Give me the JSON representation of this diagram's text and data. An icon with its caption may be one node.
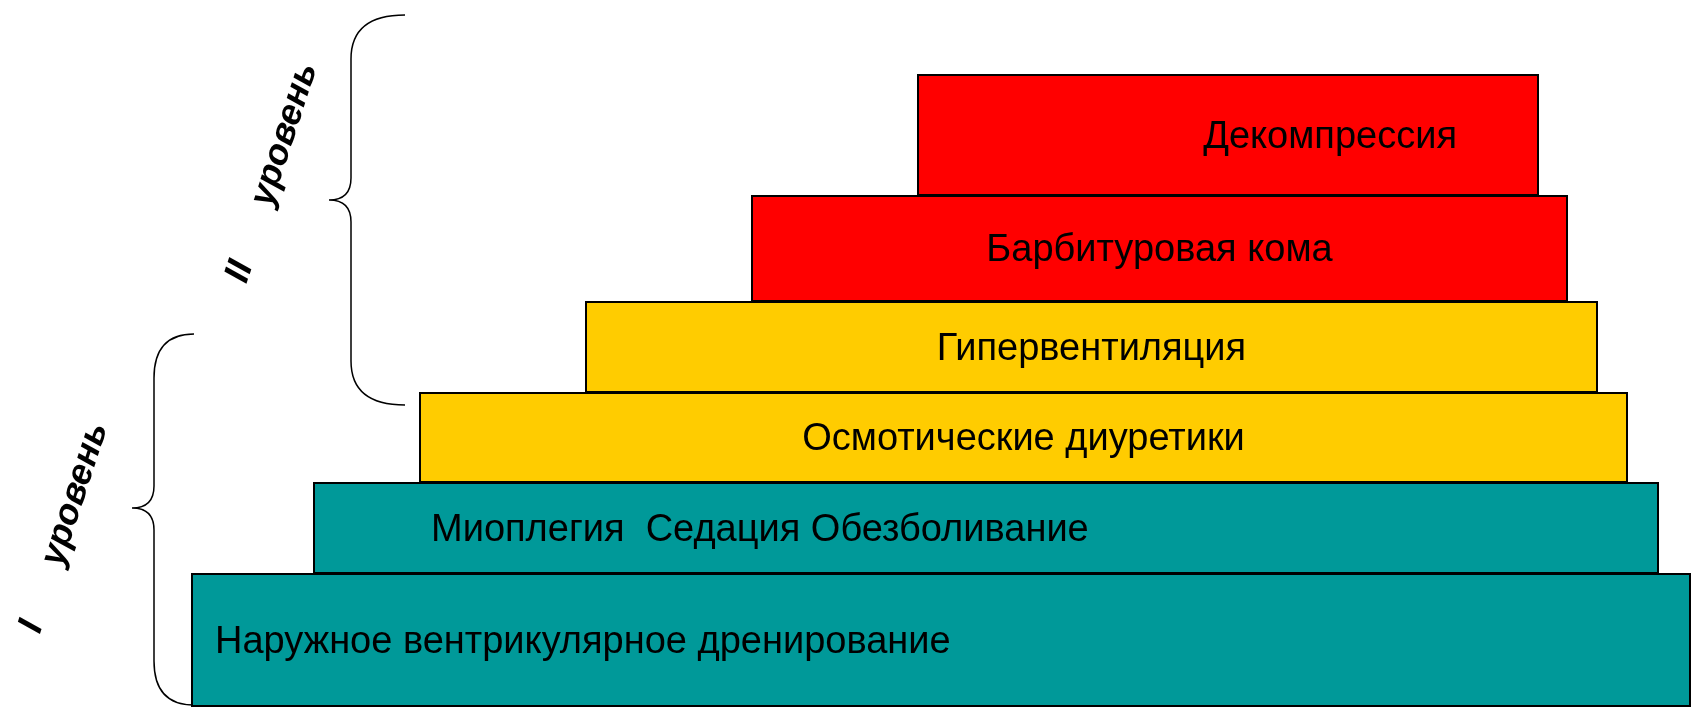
{
  "diagram": {
    "nodes": [
      {
        "text": [
          "Декомпрессия"
        ]
      },
      {
        "text": [
          "Барбитуровая кома"
        ]
      },
      {
        "text": [
          "Гипервентиляция"
        ]
      },
      {
        "text": [
          "Осмотические диуретики"
        ]
      },
      {
        "text": [
          "Миоплегия  Седация Обезболивание"
        ]
      },
      {
        "text": [
          "Наружное вентрикулярное дренирование"
        ]
      }
    ],
    "labels": [
      "II уровень",
      "I уровень"
    ]
  }
}
